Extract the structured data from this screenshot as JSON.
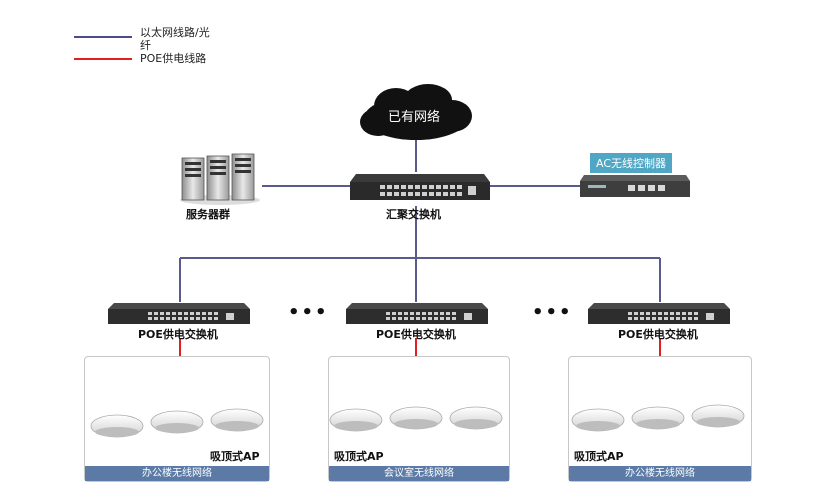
{
  "legend": {
    "ethernet_label": "以太网线路/光纤",
    "poe_label": "POE供电线路",
    "ethernet_color": "#4c4c8a",
    "poe_color": "#e02020"
  },
  "network": {
    "cloud_label": "已有网络",
    "core_switch_label": "汇聚交换机",
    "server_label": "服务器群",
    "ac_label": "AC无线控制器"
  },
  "zones": [
    {
      "switch_label": "POE供电交换机",
      "ap_label": "吸顶式AP",
      "zone_label": "办公楼无线网络"
    },
    {
      "switch_label": "POE供电交换机",
      "ap_label": "吸顶式AP",
      "zone_label": "会议室无线网络"
    },
    {
      "switch_label": "POE供电交换机",
      "ap_label": "吸顶式AP",
      "zone_label": "办公楼无线网络"
    }
  ],
  "ellipsis": "•••"
}
